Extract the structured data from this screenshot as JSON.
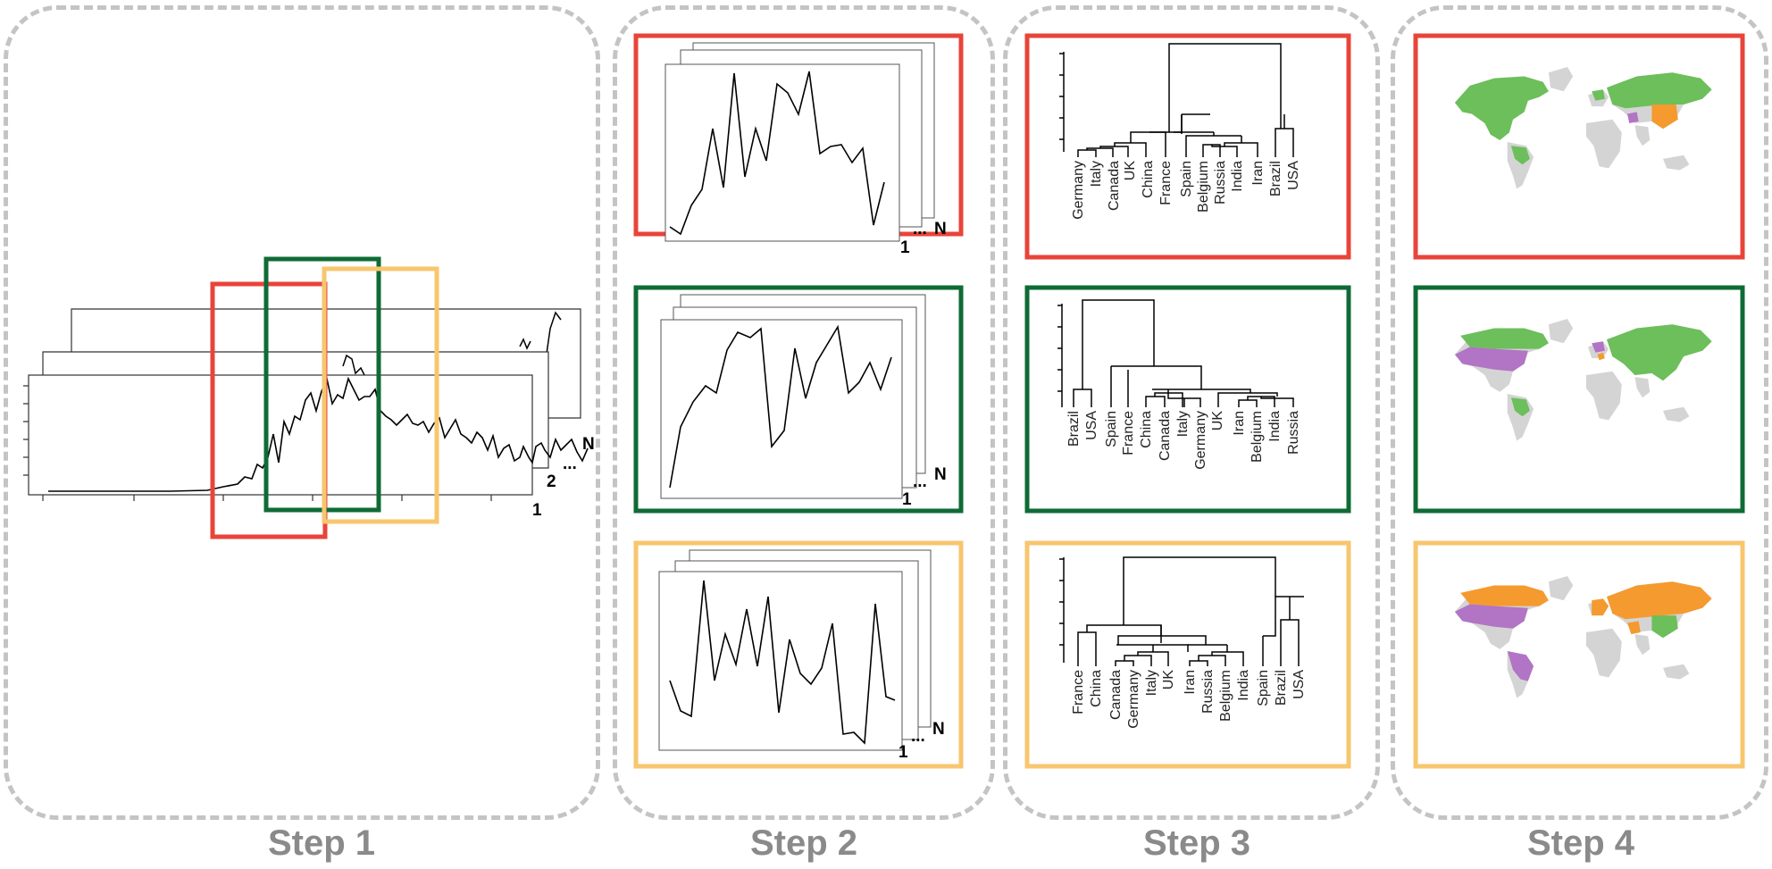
{
  "steps": [
    {
      "label": "Step 1"
    },
    {
      "label": "Step 2"
    },
    {
      "label": "Step 3"
    },
    {
      "label": "Step 4"
    }
  ],
  "stack_markers": {
    "first": "1",
    "second": "2",
    "ellipsis": "...",
    "last": "N"
  },
  "window_colors": {
    "red": "#e8443a",
    "green": "#0f6b35",
    "yellow": "#f7c66e"
  },
  "map_colors": {
    "green": "#6cbf5a",
    "orange": "#f59a2e",
    "purple": "#b274c4",
    "grey": "#d4d4d4"
  },
  "dendrograms": {
    "red": [
      "Germany",
      "Italy",
      "Canada",
      "UK",
      "China",
      "France",
      "Spain",
      "Belgium",
      "Russia",
      "India",
      "Iran",
      "Brazil",
      "USA"
    ],
    "green": [
      "Brazil",
      "USA",
      "Spain",
      "France",
      "China",
      "Canada",
      "Italy",
      "Germany",
      "UK",
      "Iran",
      "Belgium",
      "India",
      "Russia"
    ],
    "yellow": [
      "France",
      "China",
      "Canada",
      "Germany",
      "Italy",
      "UK",
      "Iran",
      "Russia",
      "Belgium",
      "India",
      "Spain",
      "Brazil",
      "USA"
    ]
  }
}
